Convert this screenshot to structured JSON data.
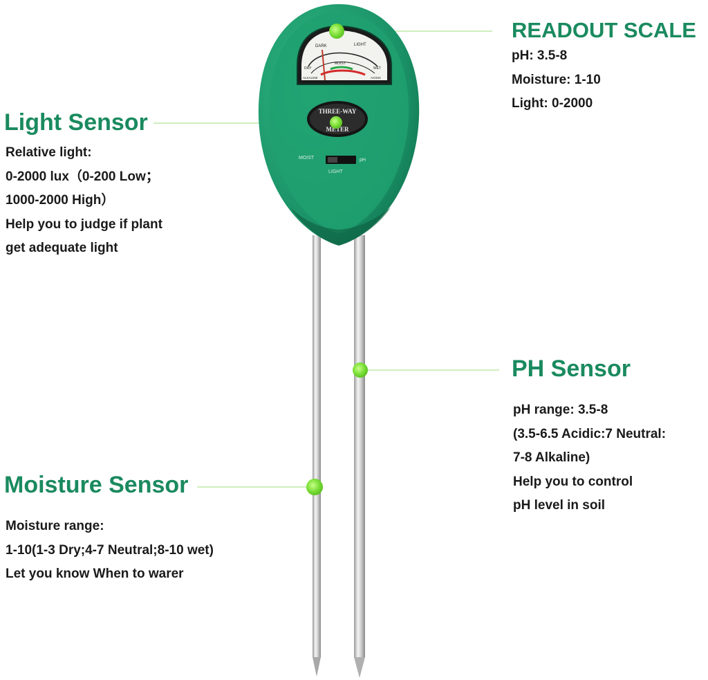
{
  "readout": {
    "title": "READOUT SCALE",
    "lines": [
      "pH: 3.5-8",
      "Moisture: 1-10",
      "Light: 0-2000"
    ]
  },
  "light": {
    "title": "Light Sensor",
    "lines": [
      "Relative light:",
      "0-2000 lux（0-200 Low；",
      "1000-2000 High）",
      "Help you to judge if plant",
      "get adequate light"
    ]
  },
  "ph": {
    "title": "PH Sensor",
    "lines": [
      "pH range: 3.5-8",
      "(3.5-6.5 Acidic:7 Neutral:",
      "7-8 Alkaline)",
      "Help you to control",
      "pH level in soil"
    ]
  },
  "moisture": {
    "title": "Moisture Sensor",
    "lines": [
      "Moisture range:",
      "1-10(1-3 Dry;4-7 Neutral;8-10 wet)",
      "Let you know When to warer"
    ]
  },
  "meter": {
    "badge_line1": "THREE-WAY",
    "badge_line2": "METER",
    "switch_left": "MOIST",
    "switch_right": "pH",
    "switch_bottom": "LIGHT",
    "dial_left_top": "DARK",
    "dial_right_top": "LIGHT",
    "dial_left_mid": "DRY",
    "dial_right_mid": "WET",
    "dial_center": "MOIST",
    "dial_left_bottom": "ALKALINE",
    "dial_right_bottom": "ACIDIC"
  },
  "colors": {
    "heading": "#1a8a5f",
    "meter_body": "#1f9a6c",
    "marker": "#7ee03a",
    "callout_line": "#bfe8a8"
  }
}
